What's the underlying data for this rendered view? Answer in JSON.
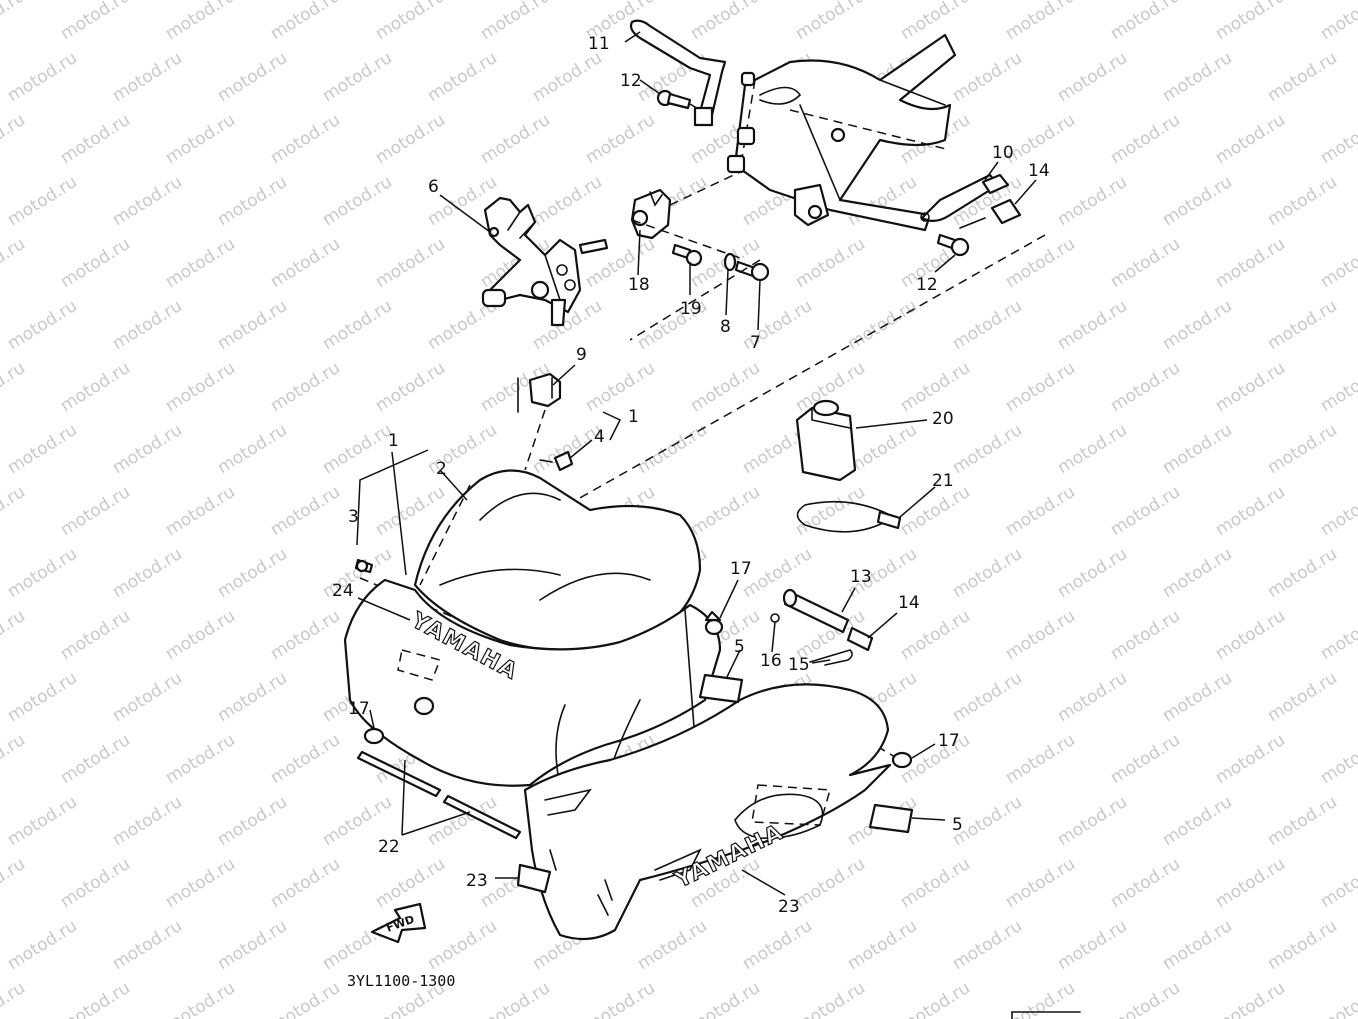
{
  "diagram": {
    "drawing_code": "3YL1100-1300",
    "watermark_text": "motod.ru",
    "brand_text": "YAMAHA",
    "fwd_arrow_text": "FWD",
    "callouts": [
      {
        "id": "c11a",
        "text": "11"
      },
      {
        "id": "c12a",
        "text": "12"
      },
      {
        "id": "c10",
        "text": "10"
      },
      {
        "id": "c14a",
        "text": "14"
      },
      {
        "id": "c6",
        "text": "6"
      },
      {
        "id": "c18",
        "text": "18"
      },
      {
        "id": "c19",
        "text": "19"
      },
      {
        "id": "c8",
        "text": "8"
      },
      {
        "id": "c7",
        "text": "7"
      },
      {
        "id": "c12b",
        "text": "12"
      },
      {
        "id": "c9",
        "text": "9"
      },
      {
        "id": "c1a",
        "text": "1"
      },
      {
        "id": "c4",
        "text": "4"
      },
      {
        "id": "c1b",
        "text": "1"
      },
      {
        "id": "c2",
        "text": "2"
      },
      {
        "id": "c3",
        "text": "3"
      },
      {
        "id": "c20",
        "text": "20"
      },
      {
        "id": "c21",
        "text": "21"
      },
      {
        "id": "c17a",
        "text": "17"
      },
      {
        "id": "c13",
        "text": "13"
      },
      {
        "id": "c14b",
        "text": "14"
      },
      {
        "id": "c24",
        "text": "24"
      },
      {
        "id": "c5a",
        "text": "5"
      },
      {
        "id": "c16",
        "text": "16"
      },
      {
        "id": "c15",
        "text": "15"
      },
      {
        "id": "c17b",
        "text": "17"
      },
      {
        "id": "c17c",
        "text": "17"
      },
      {
        "id": "c5b",
        "text": "5"
      },
      {
        "id": "c22",
        "text": "22"
      },
      {
        "id": "c23a",
        "text": "23"
      },
      {
        "id": "c23b",
        "text": "23"
      }
    ]
  }
}
